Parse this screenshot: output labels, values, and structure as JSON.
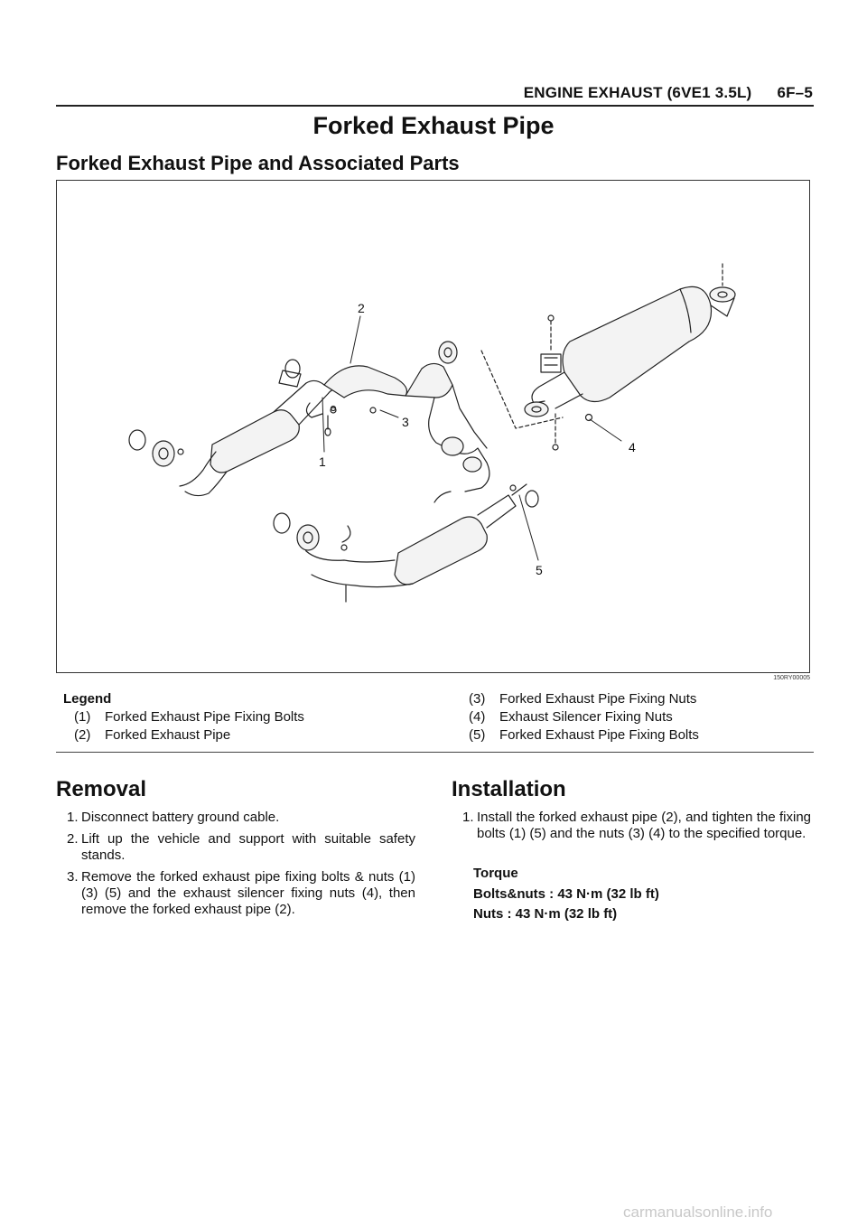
{
  "header": {
    "chapter": "ENGINE EXHAUST (6VE1 3.5L)",
    "page_number": "6F–5"
  },
  "title": "Forked Exhaust Pipe",
  "section_title": "Forked Exhaust Pipe and Associated Parts",
  "figure": {
    "code": "150RY00005",
    "callouts": [
      "1",
      "2",
      "3",
      "4",
      "5"
    ]
  },
  "legend": {
    "title": "Legend",
    "items": [
      {
        "num": "(1)",
        "text": "Forked Exhaust Pipe Fixing Bolts"
      },
      {
        "num": "(2)",
        "text": "Forked Exhaust Pipe"
      },
      {
        "num": "(3)",
        "text": "Forked Exhaust Pipe Fixing Nuts"
      },
      {
        "num": "(4)",
        "text": "Exhaust Silencer Fixing Nuts"
      },
      {
        "num": "(5)",
        "text": "Forked Exhaust Pipe Fixing Bolts"
      }
    ]
  },
  "removal": {
    "heading": "Removal",
    "steps": [
      {
        "num": "1.",
        "text": "Disconnect battery ground cable."
      },
      {
        "num": "2.",
        "text": "Lift up the vehicle and support with suitable safety stands."
      },
      {
        "num": "3.",
        "text": "Remove the forked exhaust pipe fixing bolts & nuts (1) (3) (5) and the exhaust silencer fixing nuts (4), then remove the forked exhaust pipe (2)."
      }
    ]
  },
  "installation": {
    "heading": "Installation",
    "steps": [
      {
        "num": "1.",
        "text": "Install the forked exhaust pipe (2),  and tighten the fixing bolts (1) (5) and the nuts (3) (4)  to the specified torque."
      }
    ],
    "torque_label": "Torque",
    "torque_lines": [
      "Bolts&nuts : 43 N·m (32 lb ft)",
      "Nuts : 43 N·m (32 lb ft)"
    ]
  },
  "watermark": "carmanualsonline.info"
}
